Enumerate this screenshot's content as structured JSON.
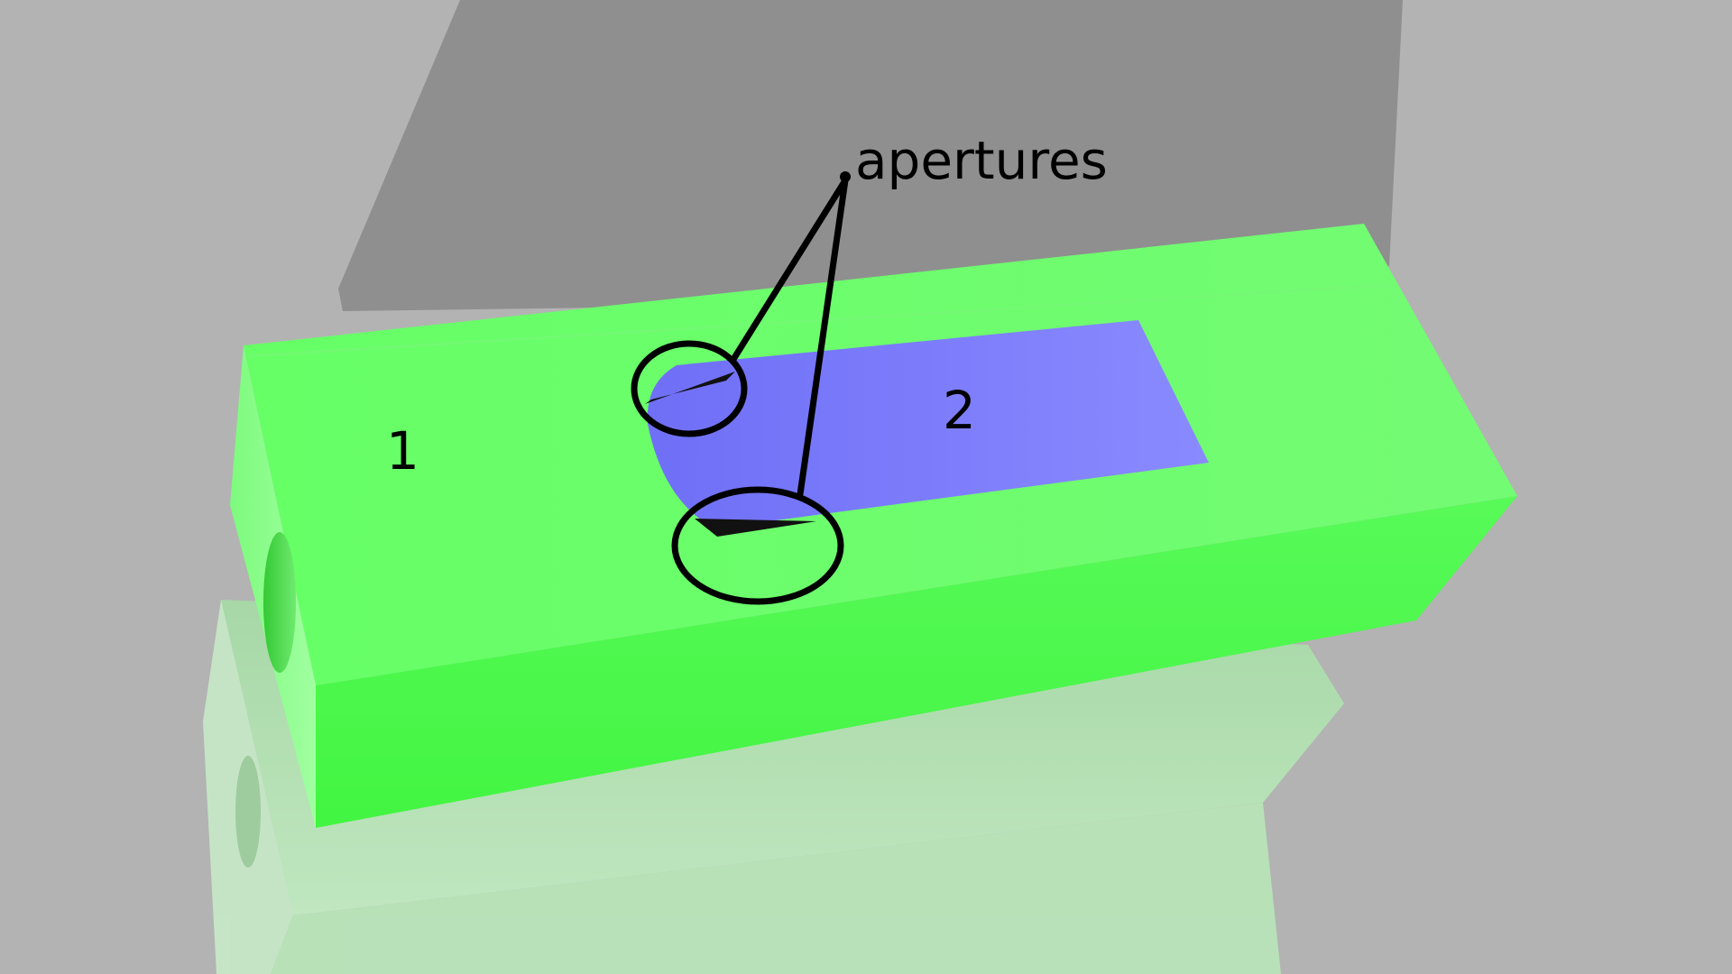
{
  "annotation": {
    "callout_label": "apertures"
  },
  "parts": {
    "part_1_label": "1",
    "part_2_label": "2"
  },
  "colors": {
    "background": "#b3b3b3",
    "floor_shadow": "#8f8f8f",
    "block_green": "#5cff5c",
    "block_green_dark": "#45f045",
    "block_green_light": "#8cff8c",
    "slot_blue": "#7f7fff",
    "ghost_block": "#b5e3b5",
    "annotation_ink": "#000000"
  }
}
